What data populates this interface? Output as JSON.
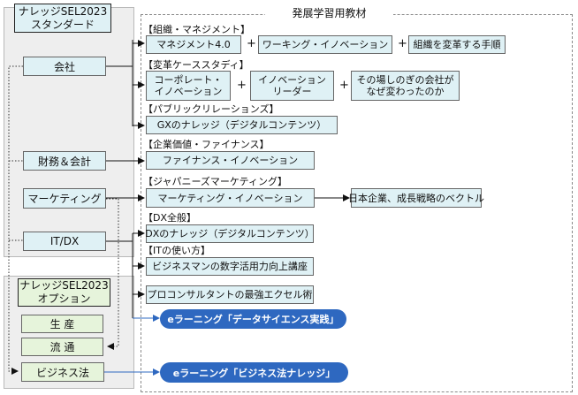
{
  "standard_title": [
    "ナレッジSEL2023",
    "スタンダード"
  ],
  "option_title": [
    "ナレッジSEL2023",
    "オプション"
  ],
  "main_title": "発展学習用教材",
  "categories": {
    "kaisha": "会社",
    "zaimu": "財務＆会計",
    "marketing": "マーケティング",
    "itdx": "IT/DX"
  },
  "options": {
    "seisan": "生 産",
    "ryutsu": "流 通",
    "business_law": "ビジネス法"
  },
  "sections": {
    "org": "【組織・マネジメント】",
    "henkaku": "【変革ケーススタディ】",
    "pr": "【パブリックリレーションズ】",
    "kigyou": "【企業価値・ファイナンス】",
    "japanese": "【ジャパニーズマーケティング】",
    "dx": "【DX全般】",
    "it": "【ITの使い方】"
  },
  "items": {
    "mgmt40": "マネジメント4.0",
    "working": "ワーキング・イノベーション",
    "soshiki": "組織を変革する手順",
    "corporate": [
      "コーポレート・",
      "イノベーション"
    ],
    "innov_leader": [
      "イノベーション",
      "リーダー"
    ],
    "sonoba": [
      "その場しのぎの会社が",
      "なぜ変わったのか"
    ],
    "gx": "GXのナレッジ（デジタルコンテンツ）",
    "finance": "ファイナンス・イノベーション",
    "mkt_innov": "マーケティング・イノベーション",
    "nihon": "日本企業、成長戦略のベクトル",
    "dx_knowledge": "DXのナレッジ（デジタルコンテンツ）",
    "biz_suuji": "ビジネスマンの数字活用力向上講座",
    "excel": "プロコンサルタントの最強エクセル術"
  },
  "plus": "+",
  "elearning": {
    "data_science": "eラーニング「データサイエンス実践」",
    "biz_law": "eラーニング「ビジネス法ナレッジ」"
  },
  "colors": {
    "box_blue": "#dff1f5",
    "box_green": "#e6f4db",
    "pill_blue": "#2e68c0",
    "panel_gray": "#eeeeee"
  }
}
